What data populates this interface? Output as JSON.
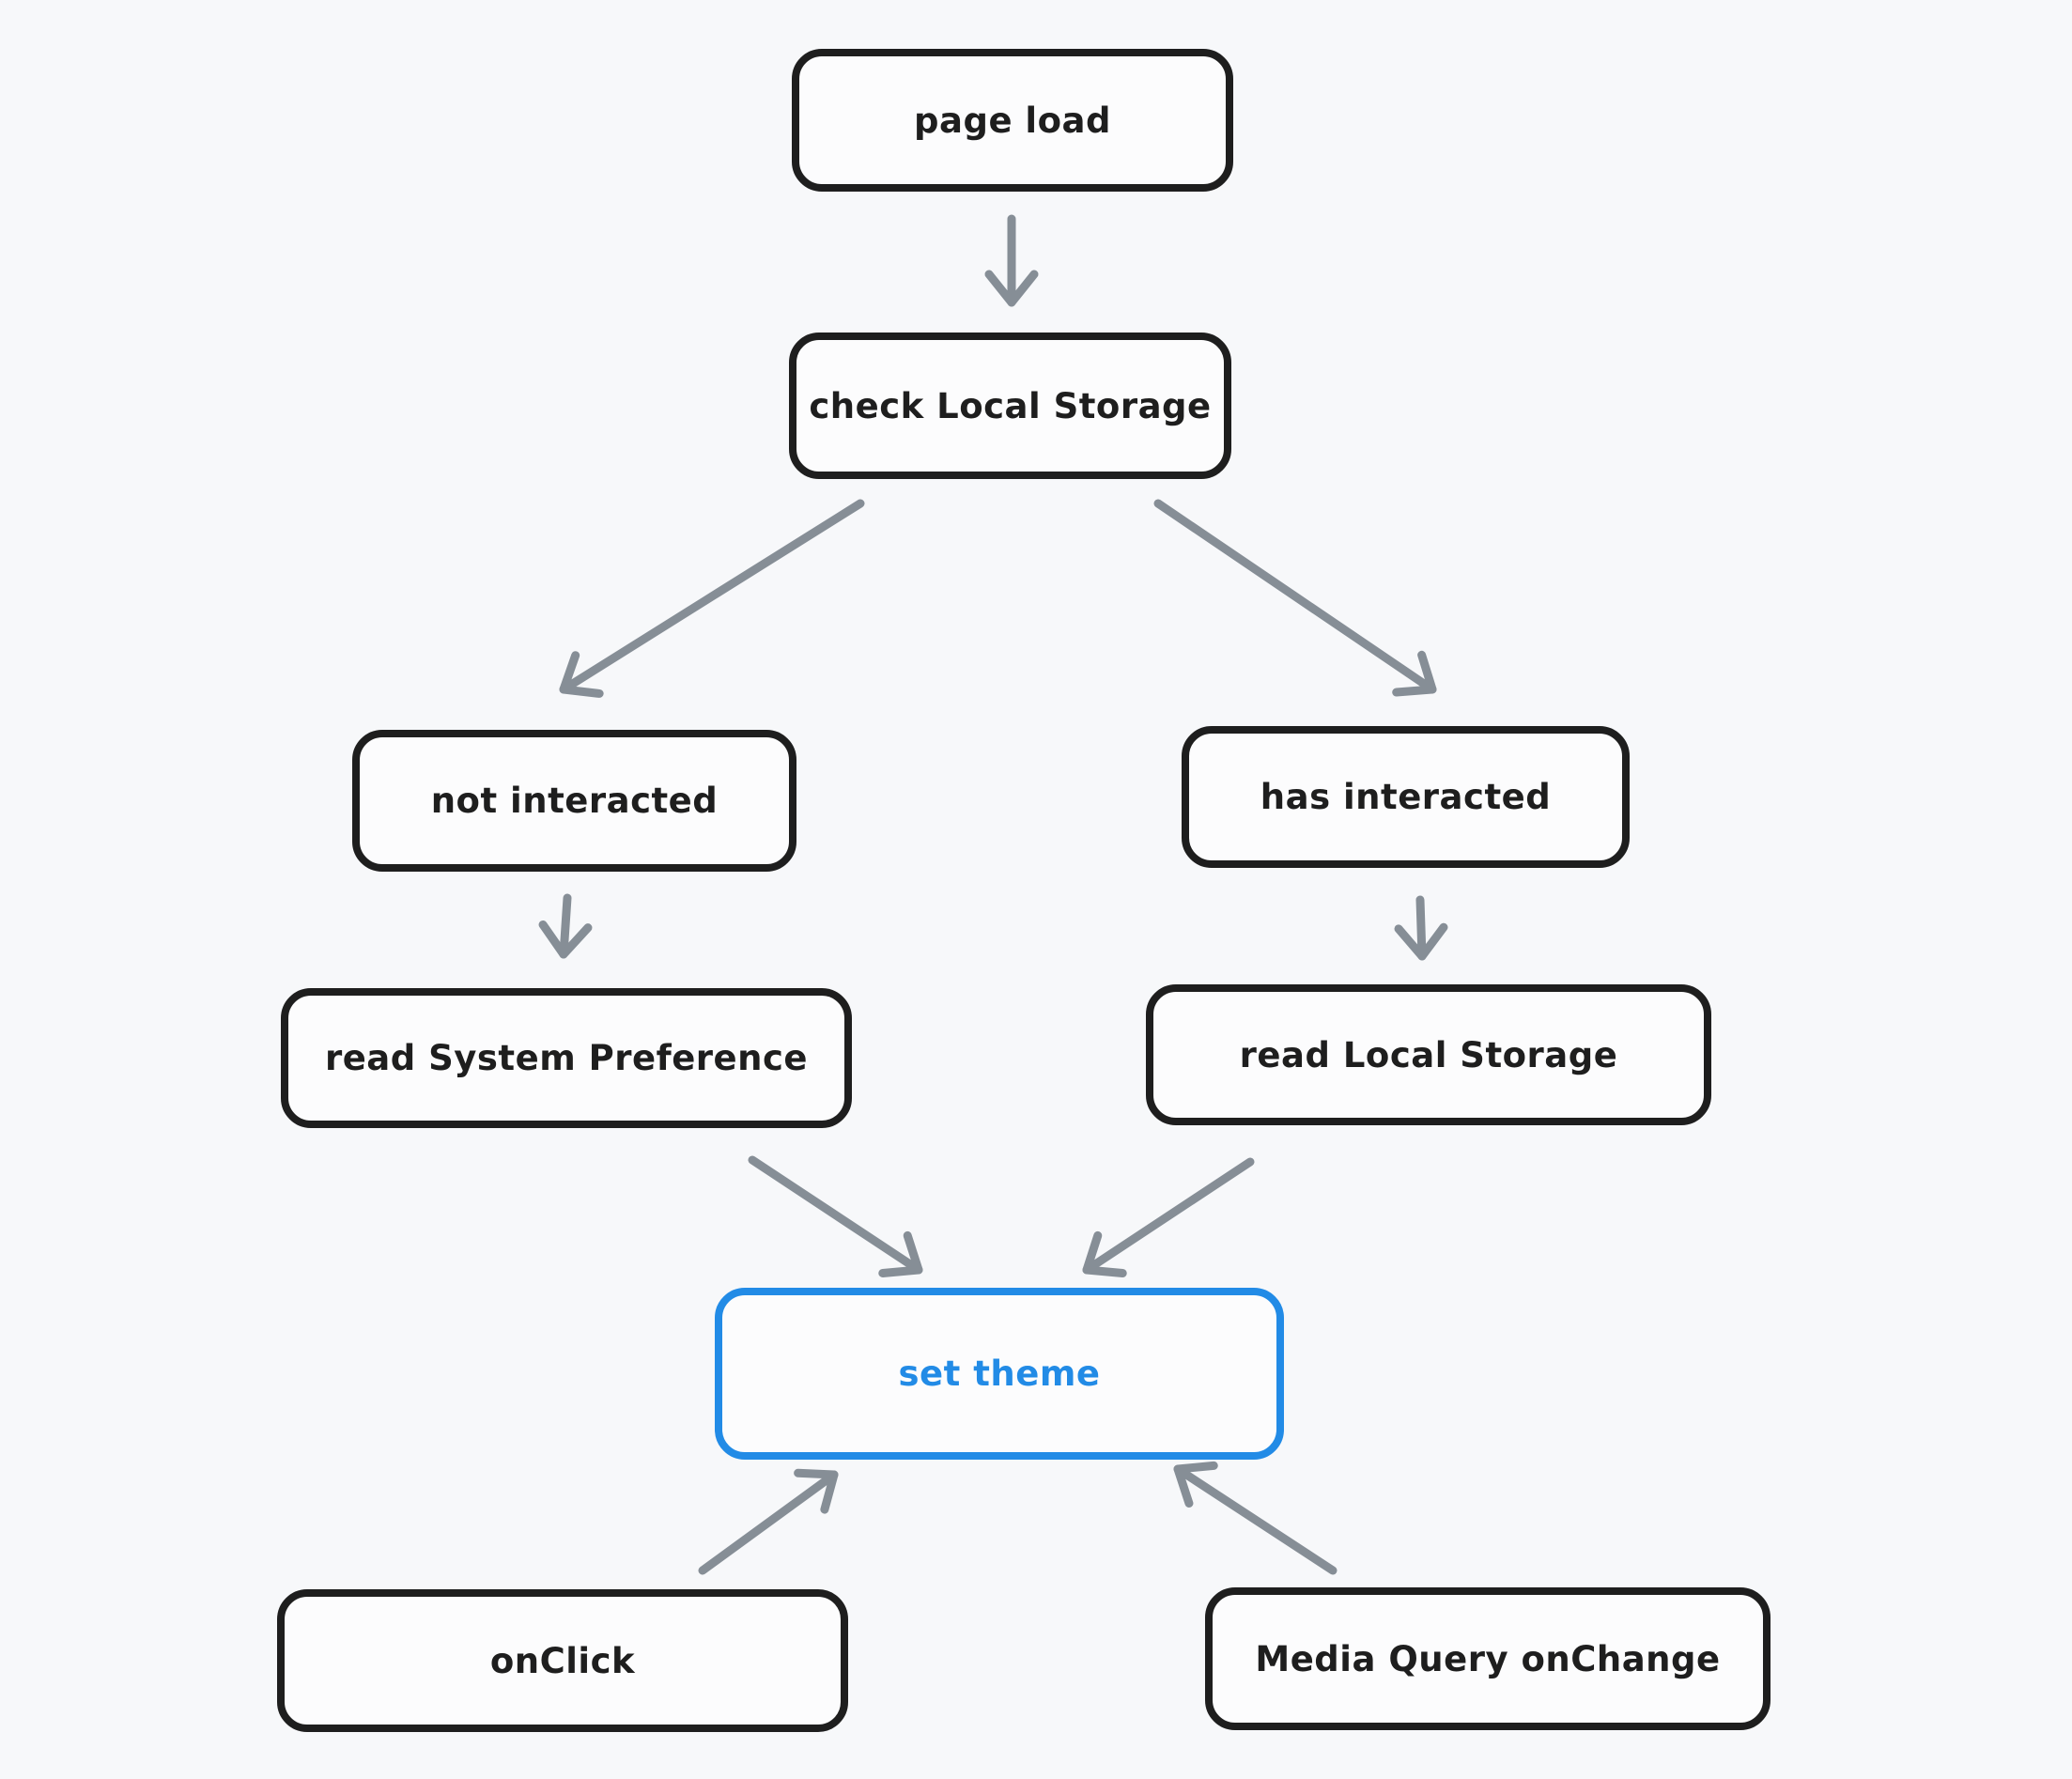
{
  "diagram": {
    "type": "flowchart",
    "style": "hand-drawn-whiteboard"
  },
  "colors": {
    "background": "#f7f8fa",
    "node_stroke": "#1e1e1e",
    "node_fill": "#fcfcfd",
    "accent": "#228be6",
    "arrow": "#868e96"
  },
  "nodes": {
    "page_load": {
      "label": "page load",
      "accent": false
    },
    "check_local_storage": {
      "label": "check Local Storage",
      "accent": false
    },
    "not_interacted": {
      "label": "not interacted",
      "accent": false
    },
    "has_interacted": {
      "label": "has interacted",
      "accent": false
    },
    "read_system_pref": {
      "label": "read System Preference",
      "accent": false
    },
    "read_local_storage": {
      "label": "read Local Storage",
      "accent": false
    },
    "set_theme": {
      "label": "set theme",
      "accent": true
    },
    "onclick": {
      "label": "onClick",
      "accent": false
    },
    "media_query_onchange": {
      "label": "Media Query onChange",
      "accent": false
    }
  },
  "edges": [
    {
      "id": "page-load-to-check-local-storage",
      "from": "page_load",
      "to": "check_local_storage"
    },
    {
      "id": "check-local-storage-to-not-interacted",
      "from": "check_local_storage",
      "to": "not_interacted"
    },
    {
      "id": "check-local-storage-to-has-interacted",
      "from": "check_local_storage",
      "to": "has_interacted"
    },
    {
      "id": "not-interacted-to-read-system-pref",
      "from": "not_interacted",
      "to": "read_system_pref"
    },
    {
      "id": "has-interacted-to-read-local-storage",
      "from": "has_interacted",
      "to": "read_local_storage"
    },
    {
      "id": "read-system-pref-to-set-theme",
      "from": "read_system_pref",
      "to": "set_theme"
    },
    {
      "id": "read-local-storage-to-set-theme",
      "from": "read_local_storage",
      "to": "set_theme"
    },
    {
      "id": "onclick-to-set-theme",
      "from": "onclick",
      "to": "set_theme"
    },
    {
      "id": "media-query-onchange-to-set-theme",
      "from": "media_query_onchange",
      "to": "set_theme"
    }
  ]
}
